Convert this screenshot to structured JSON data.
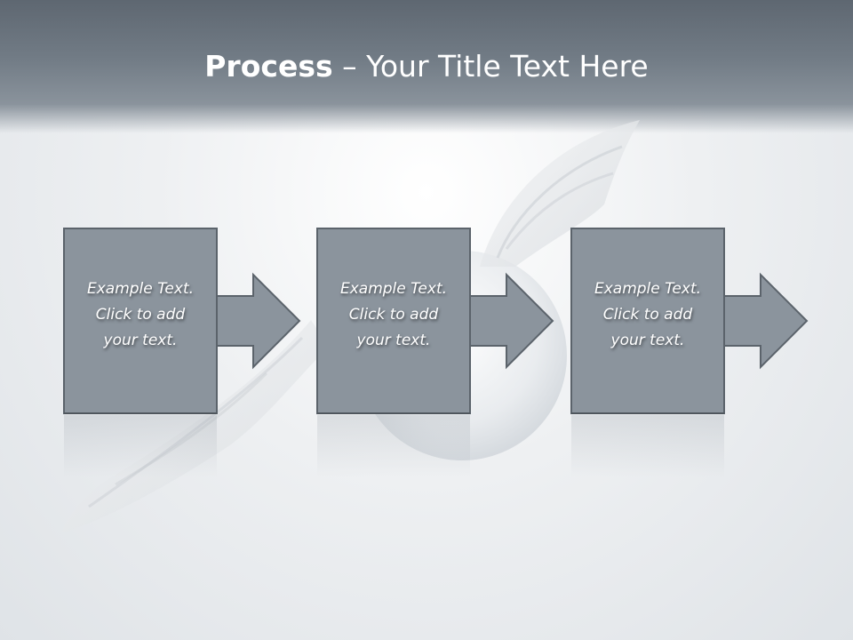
{
  "slide": {
    "title_bold": "Process",
    "title_rest": " – Your Title Text Here"
  },
  "steps": [
    {
      "line1": "Example Text.",
      "line2": "Click  to add",
      "line3": "your text."
    },
    {
      "line1": "Example Text.",
      "line2": "Click  to add",
      "line3": "your text."
    },
    {
      "line1": "Example Text.",
      "line2": "Click  to add",
      "line3": "your text."
    }
  ],
  "colors": {
    "box_fill": "#8b949d",
    "box_border": "#5b636b",
    "header": "#6b747e"
  }
}
